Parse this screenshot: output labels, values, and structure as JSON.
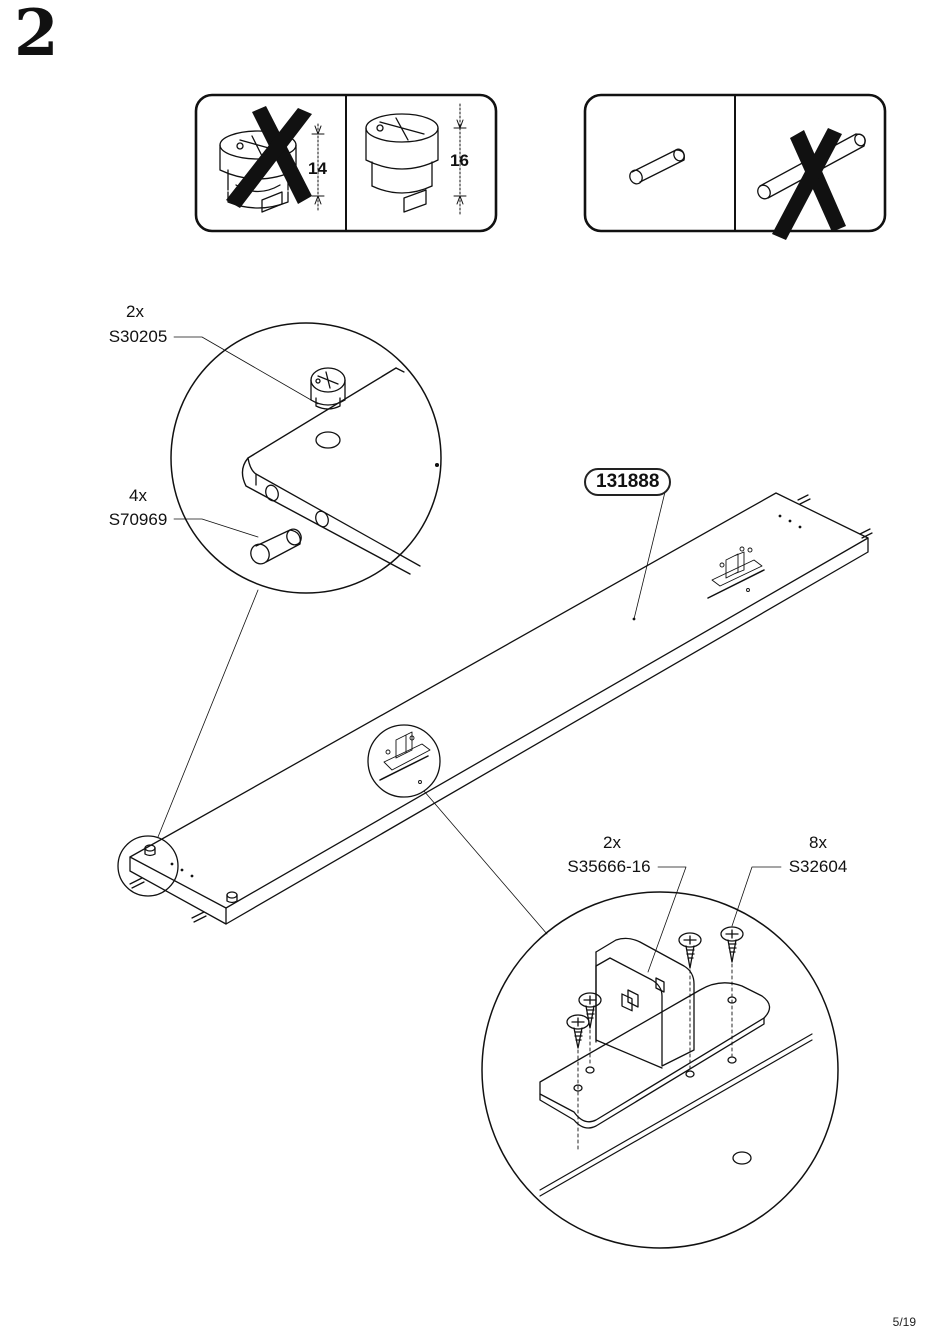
{
  "step": {
    "number": "2"
  },
  "cam_lock_panel": {
    "wrong_height": "14",
    "right_height": "16"
  },
  "dowel_panel": {},
  "callouts": {
    "cam_lock": {
      "qty": "2x",
      "code": "S30205"
    },
    "dowel": {
      "qty": "4x",
      "code": "S70969"
    },
    "bracket": {
      "qty": "2x",
      "code": "S35666-16"
    },
    "screw": {
      "qty": "8x",
      "code": "S32604"
    }
  },
  "panel": {
    "part_number": "131888"
  },
  "footer": {
    "page": "5/19"
  }
}
